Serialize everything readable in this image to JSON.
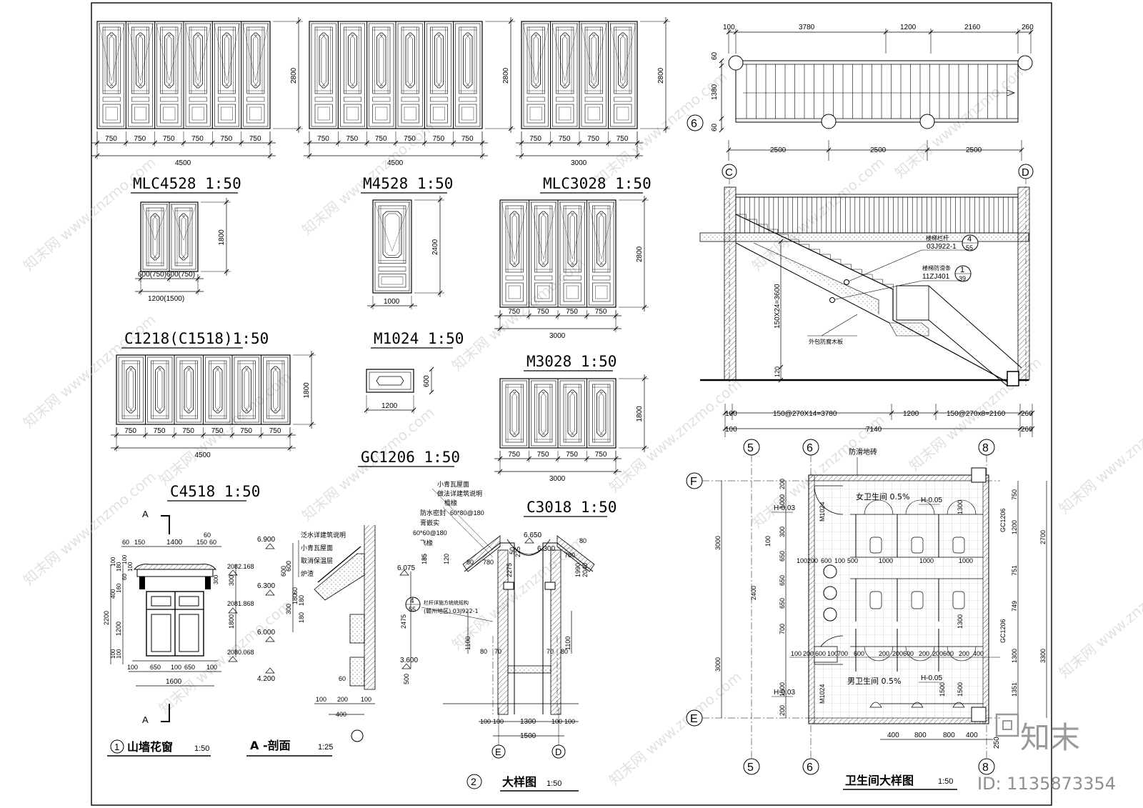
{
  "drawings": {
    "mlc4528": {
      "title": "MLC4528  1:50",
      "dims": [
        "750",
        "750",
        "750",
        "750",
        "750",
        "750"
      ],
      "total": "4500",
      "height": "2800"
    },
    "m4528": {
      "title": "M4528  1:50",
      "dims": [
        "750",
        "750",
        "750",
        "750",
        "750",
        "750"
      ],
      "total": "4500",
      "height": "2800"
    },
    "mlc3028": {
      "title": "MLC3028  1:50",
      "dims": [
        "750",
        "750",
        "750",
        "750"
      ],
      "total": "3000",
      "height": "2800"
    },
    "c1218": {
      "title": "C1218(C1518)1:50",
      "dims": [
        "600(750)",
        "600(750)"
      ],
      "total": "1200(1500)",
      "height": "1800"
    },
    "m1024": {
      "title": "M1024  1:50",
      "total": "1000",
      "height": "2400"
    },
    "m3028": {
      "title": "M3028  1:50",
      "dims": [
        "750",
        "750",
        "750",
        "750"
      ],
      "total": "3000",
      "height": "2800"
    },
    "c4518": {
      "title": "C4518  1:50",
      "dims": [
        "750",
        "750",
        "750",
        "750",
        "750",
        "750"
      ],
      "total": "4500",
      "height": "1800"
    },
    "gc1206": {
      "title": "GC1206   1:50",
      "total": "1200",
      "height": "600"
    },
    "c3018": {
      "title": "C3018  1:50",
      "dims": [
        "750",
        "750",
        "750",
        "750"
      ],
      "total": "3000",
      "height": "1800"
    }
  },
  "stair_plan": {
    "top_dims": [
      "100",
      "3780",
      "1200",
      "2160",
      "260"
    ],
    "bottom_dims": [
      "2500",
      "2500",
      "2500"
    ],
    "side_dims": [
      "60",
      "1380",
      "60"
    ],
    "axis": "6"
  },
  "stair_section": {
    "axes": [
      "C",
      "D"
    ],
    "notes": [
      "楼梯栏杆",
      "03J922-1",
      "楼梯防滑条",
      "11ZJ401",
      "外包防腐木板"
    ],
    "refs": [
      {
        "num": "4",
        "sheet": "55"
      },
      {
        "num": "1",
        "sheet": "39"
      }
    ],
    "vertical_dim": "150X24=3600",
    "low_dim": "120",
    "bottom_dims": [
      "100",
      "150@270X14=3780",
      "1200",
      "150@270x8=2160",
      "260"
    ],
    "total_row": [
      "100",
      "7140",
      "260"
    ]
  },
  "toilet": {
    "title": "卫生间大样图",
    "scale": "1:50",
    "axes_top": [
      "5",
      "6",
      "8"
    ],
    "axes_bottom": [
      "5",
      "6",
      "8"
    ],
    "axes_side": [
      "F",
      "E"
    ],
    "labels": [
      "防滑地砖",
      "女卫生间 0.5%",
      "男卫生间 0.5%",
      "H-0.03",
      "H-0.05",
      "H-0.03",
      "H-0.05",
      "M1024",
      "M1024",
      "GC1206",
      "GC1206"
    ],
    "right_dims": [
      "750",
      "1200",
      "2700",
      "751",
      "749",
      "3300",
      "1300",
      "1351"
    ],
    "left_dims": [
      "3000",
      "3000",
      "1000",
      "300",
      "650",
      "650",
      "650",
      "700",
      "1000",
      "2400",
      "200",
      "200",
      "100"
    ],
    "inner_dims": [
      "100",
      "200",
      "600",
      "100",
      "500",
      "1000",
      "1000",
      "1000",
      "1300",
      "1300",
      "1500",
      "1500"
    ],
    "row_dims": [
      "100",
      "200",
      "600",
      "100",
      "700",
      "600",
      "200",
      "200",
      "600",
      "200",
      "200",
      "600",
      "200",
      "400"
    ],
    "bottom_dims": [
      "400",
      "800",
      "800",
      "400",
      "250"
    ]
  },
  "detail1": {
    "label_num": "1",
    "title": "山墙花窗",
    "scale": "1:50",
    "section_mark": "A",
    "top_dims": [
      "60",
      "150",
      "1400",
      "150",
      "60",
      "60"
    ],
    "bottom_dims": [
      "100",
      "650",
      "100",
      "650",
      "100"
    ],
    "total": "1600",
    "left_dims": [
      "2200",
      "1200",
      "100",
      "100",
      "100",
      "180",
      "100",
      "60",
      "100",
      "300",
      "400",
      "160"
    ],
    "right_dims": [
      "1800",
      "300",
      "600"
    ],
    "levels": [
      "2082.168",
      "2081.868",
      "2080.068"
    ]
  },
  "section_a": {
    "title": "A -剖面",
    "scale": "1:25",
    "levels": [
      "6.900",
      "6.300",
      "6.000",
      "4.200"
    ],
    "notes": [
      "泛水详建筑说明",
      "小青瓦屋面",
      "取消保温层",
      "炉渣"
    ],
    "dims": [
      "600",
      "180",
      "300",
      "60",
      "180",
      "180",
      "100",
      "200",
      "100",
      "400",
      "60"
    ]
  },
  "detail2": {
    "label_num": "2",
    "title": "大样图",
    "scale": "1:50",
    "notes": [
      "小青瓦屋面",
      "做法详建筑说明",
      "檐椽",
      "防水密封",
      "60*80@180",
      "膏嵌实",
      "60*60@180",
      "飞椽",
      "栏杆详施方统统规构",
      "(赣州地区) 03J922-1"
    ],
    "levels": [
      "6.650",
      "6.300",
      "6.075",
      "3.600"
    ],
    "ref": {
      "num": "4",
      "sheet": "55"
    },
    "axes": [
      "E",
      "D"
    ],
    "bottom_dims": [
      "100",
      "100",
      "1300",
      "100",
      "100"
    ],
    "total": "1500",
    "dims": [
      "80",
      "780",
      "780",
      "80",
      "2475",
      "1100",
      "1100",
      "80",
      "70",
      "70",
      "80",
      "500",
      "185",
      "35",
      "120",
      "225",
      "50",
      "2275",
      "1990",
      "2040"
    ]
  },
  "watermark": {
    "site": "www.znzmo.com",
    "brand": "知末网",
    "logo": "知末",
    "id_text": "ID: 1135873354"
  }
}
